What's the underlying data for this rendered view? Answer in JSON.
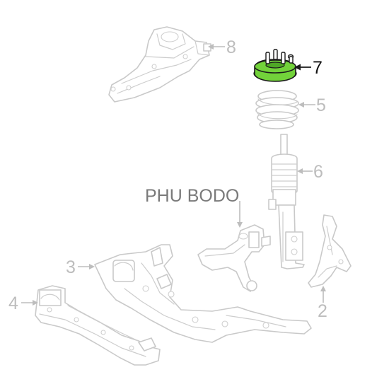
{
  "diagram": {
    "watermark": "PHU BODO",
    "callouts": {
      "c2": "2",
      "c3": "3",
      "c4": "4",
      "c5": "5",
      "c6": "6",
      "c7": "7",
      "c8": "8"
    },
    "highlight_color": "#72d23a",
    "line_color": "#c9c9c9"
  }
}
